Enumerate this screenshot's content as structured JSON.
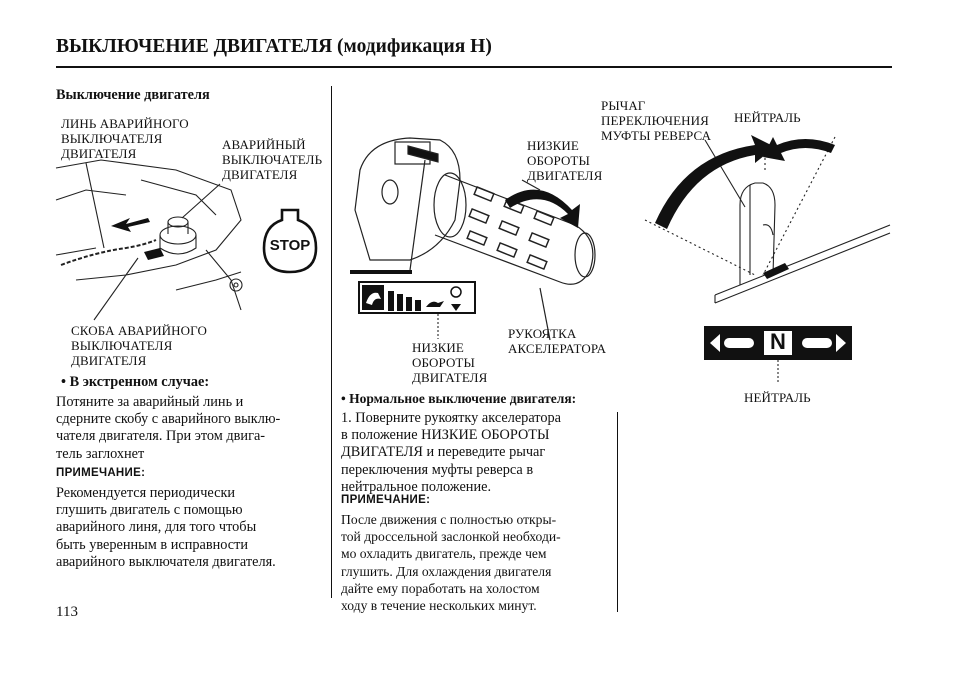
{
  "header": {
    "title": "ВЫКЛЮЧЕНИЕ ДВИГАТЕЛЯ (модификация H)"
  },
  "left": {
    "section_title": "Выключение двигателя",
    "labels": {
      "cord": "ЛИНЬ АВАРИЙНОГО\nВЫКЛЮЧАТЕЛЯ\nДВИГАТЕЛЯ",
      "switch": "АВАРИЙНЫЙ\nВЫКЛЮЧАТЕЛЬ\nДВИГАТЕЛЯ",
      "clip": "СКОБА АВАРИЙНОГО\nВЫКЛЮЧАТЕЛЯ\nДВИГАТЕЛЯ",
      "stop": "STOP"
    },
    "emergency_heading": "• В экстренном случае:",
    "emergency_text": "Потяните за аварийный линь и\nсдерните скобу с аварийного выклю-\nчателя двигателя. При этом двига-\nтель заглохнет",
    "note_label": "ПРИМЕЧАНИЕ:",
    "note_text": "Рекомендуется периодически\nглушить двигатель с помощью\nаварийного линя, для того чтобы\nбыть уверенным в исправности\nаварийного выключателя двигателя."
  },
  "middle": {
    "labels": {
      "low_rpm_top": "НИЗКИЕ\nОБОРОТЫ\nДВИГАТЕЛЯ",
      "low_rpm_bottom": "НИЗКИЕ\nОБОРОТЫ\nДВИГАТЕЛЯ",
      "grip": "РУКОЯТКА\nАКСЕЛЕРАТОРА"
    },
    "normal_heading": "• Нормальное выключение двигателя:",
    "step1": "1. Поверните рукоятку акселератора\nв положение НИЗКИЕ ОБОРОТЫ\nДВИГАТЕЛЯ и переведите рычаг\nпереключения муфты реверса в\nнейтральное положение.",
    "note_label": "ПРИМЕЧАНИЕ:",
    "note_text": "После движения с полностью откры-\nтой дроссельной заслонкой необходи-\nмо охладить двигатель, прежде чем\nглушить. Для охлаждения двигателя\nдайте ему поработать на холостом\nходу в течение нескольких минут."
  },
  "right": {
    "labels": {
      "lever": "РЫЧАГ\nПЕРЕКЛЮЧЕНИЯ\nМУФТЫ РЕВЕРСА",
      "neutral_top": "НЕЙТРАЛЬ",
      "neutral_bottom": "НЕЙТРАЛЬ",
      "gear_neutral": "N"
    }
  },
  "footer": {
    "page_number": "113"
  }
}
